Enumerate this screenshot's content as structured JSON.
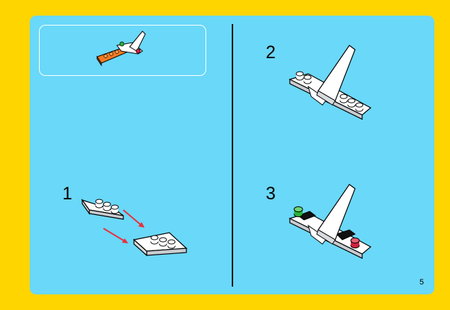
{
  "page_number": "5",
  "steps": [
    {
      "number": "1"
    },
    {
      "number": "2"
    },
    {
      "number": "3"
    }
  ],
  "colors": {
    "background": "#ffd500",
    "panel": "#6ad8f8",
    "brick_white": "#ffffff",
    "brick_shade": "#c8ccd0",
    "arrow": "#e8303c",
    "brick_orange": "#f07a22",
    "stud_green": "#2bb03a",
    "stud_red": "#d2203f",
    "tile_black": "#111111"
  },
  "icons": [
    "completed-model-icon",
    "wing-plate-icon",
    "assembly-arrow-icon",
    "tail-fin-icon",
    "stud-icon"
  ]
}
